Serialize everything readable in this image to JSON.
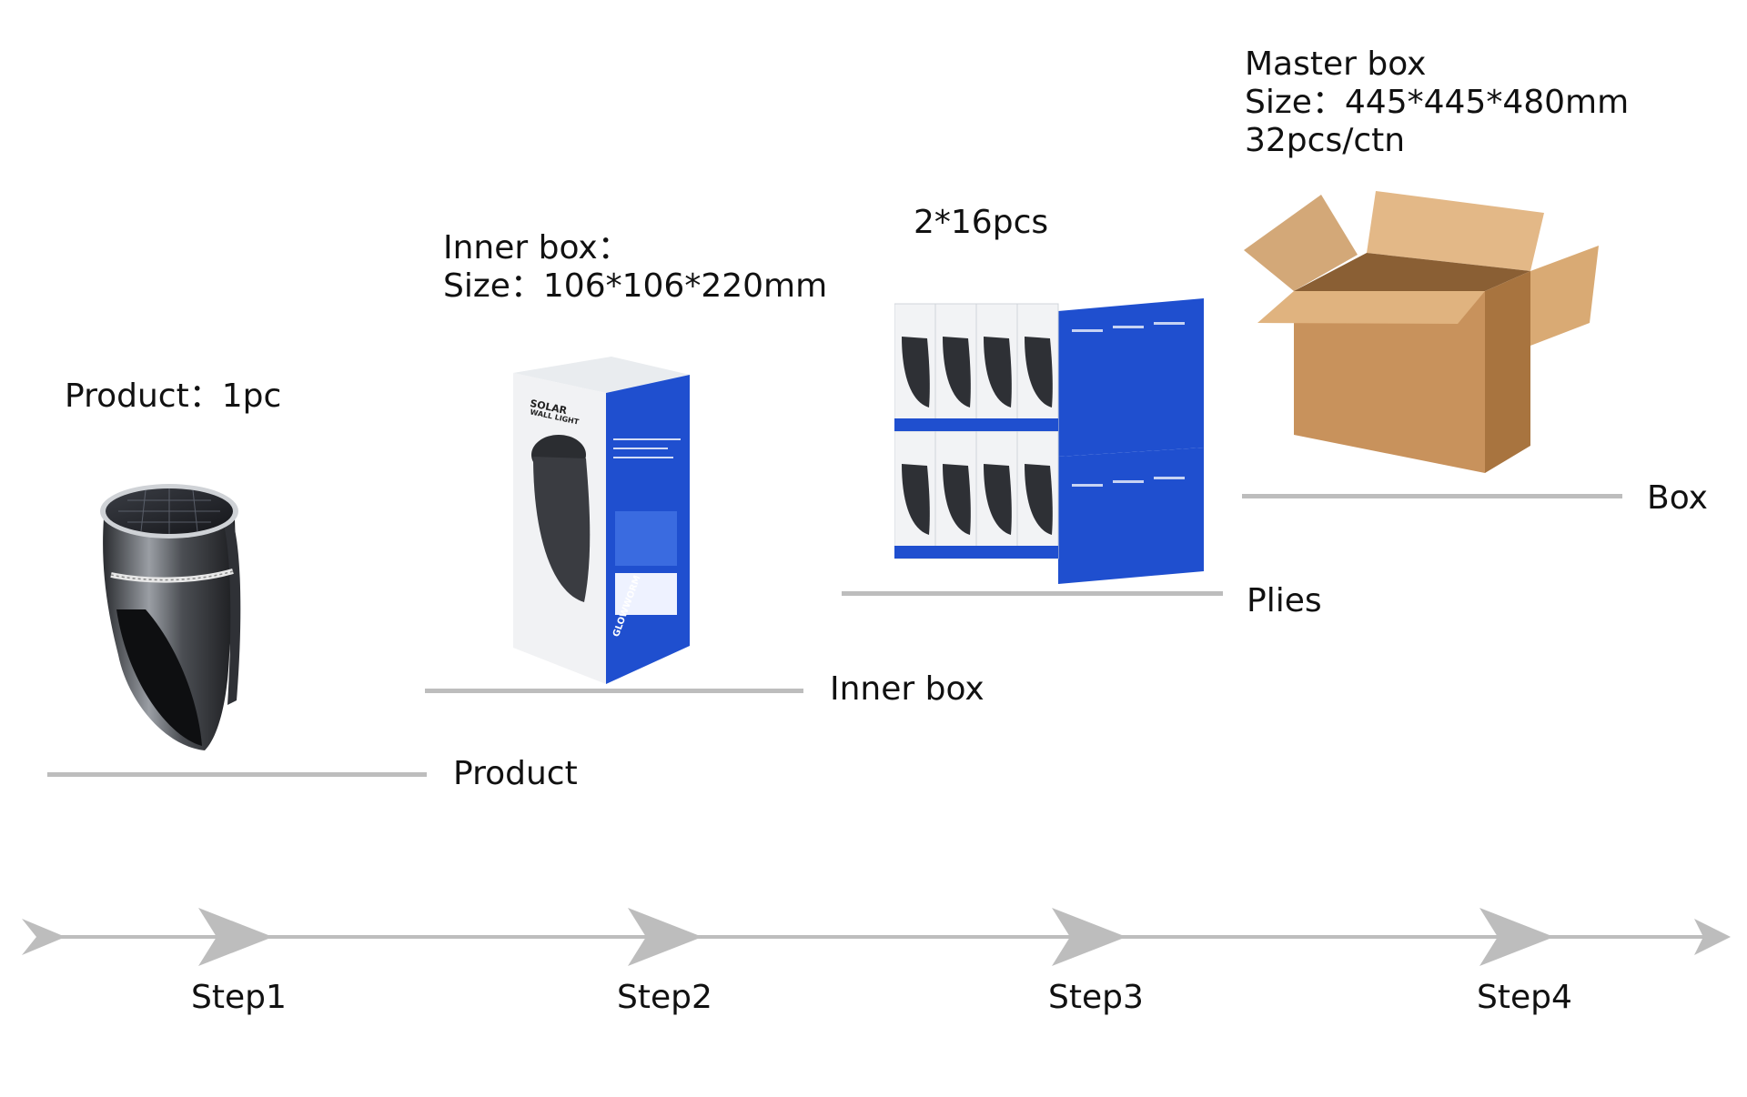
{
  "colors": {
    "shelf": "#bdbdbd",
    "arrow": "#bdbdbd",
    "box_blue": "#1f4fcf",
    "cardboard": "#c8925c"
  },
  "stage1": {
    "caption": "Product：1pc",
    "shelf_label": "Product"
  },
  "stage2": {
    "caption_line1": "Inner box：",
    "caption_line2": "Size：106*106*220mm",
    "shelf_label": "Inner box",
    "box_print": {
      "brand_line1": "SOLAR",
      "brand_line2": "WALL LIGHT",
      "side_brand": "GLOWWORM"
    }
  },
  "stage3": {
    "caption": "2*16pcs",
    "shelf_label": "Plies"
  },
  "stage4": {
    "caption_line1": "Master box",
    "caption_line2": "Size：445*445*480mm",
    "caption_line3": "32pcs/ctn",
    "shelf_label": "Box"
  },
  "timeline": {
    "steps": [
      "Step1",
      "Step2",
      "Step3",
      "Step4"
    ]
  }
}
